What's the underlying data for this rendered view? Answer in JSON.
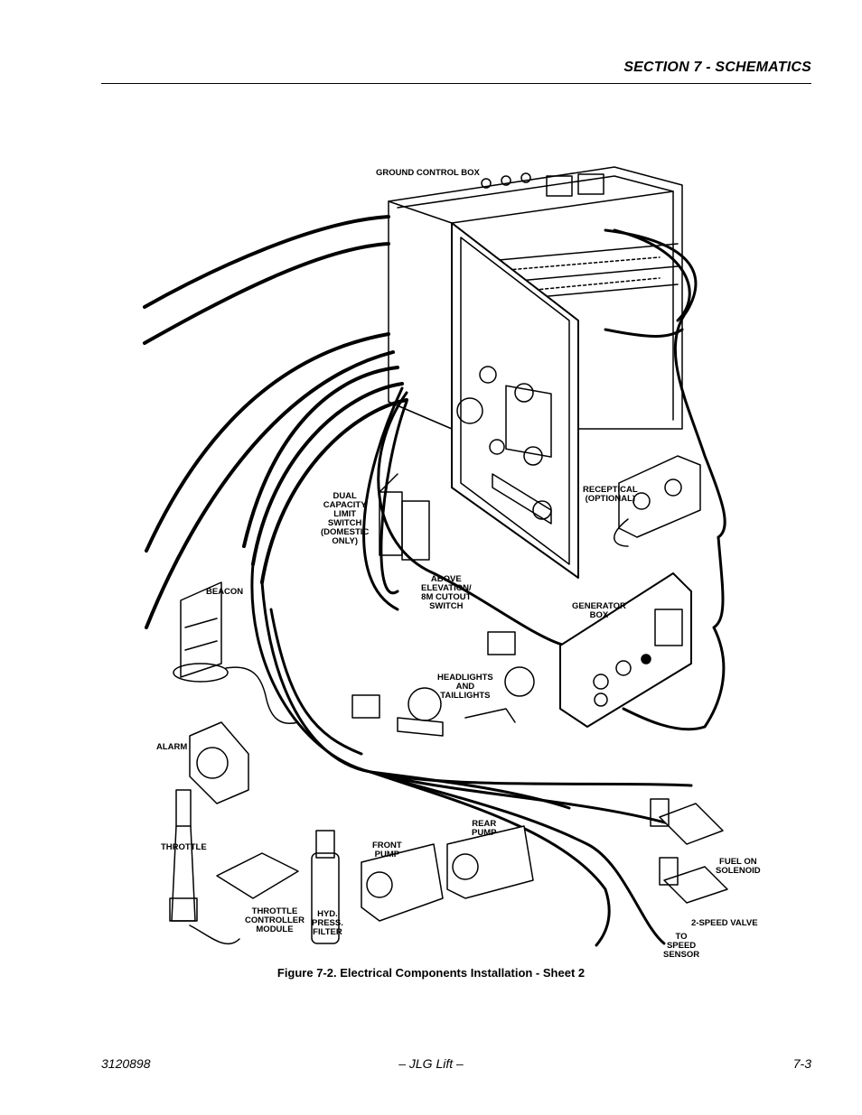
{
  "header": {
    "section_title": "SECTION 7 - SCHEMATICS"
  },
  "figure": {
    "labels": {
      "ground_control_box": "GROUND CONTROL BOX",
      "dual_capacity": "DUAL\nCAPACITY\nLIMIT\nSWITCH\n(DOMESTIC\nONLY)",
      "receptical": "RECEPTICAL\n(OPTIONAL)",
      "above_elevation": "ABOVE\nELEVATION/\n8M CUTOUT\nSWITCH",
      "beacon": "BEACON",
      "generator_box": "GENERATOR\nBOX",
      "headlights": "HEADLIGHTS\nAND\nTAILLIGHTS",
      "alarm": "ALARM",
      "rear_pump": "REAR\nPUMP",
      "throttle": "THROTTLE",
      "front_pump": "FRONT\nPUMP",
      "fuel_on_solenoid": "FUEL ON\nSOLENOID",
      "hyd_press_filter": "HYD.\nPRESS.\nFILTER",
      "throttle_controller": "THROTTLE\nCONTROLLER\nMODULE",
      "two_speed_valve": "2-SPEED VALVE",
      "to_speed_sensor": "TO\nSPEED\nSENSOR"
    }
  },
  "caption": "Figure 7-2.  Electrical Components Installation - Sheet 2",
  "footer": {
    "doc_number": "3120898",
    "publisher": "– JLG Lift –",
    "page": "7-3"
  }
}
